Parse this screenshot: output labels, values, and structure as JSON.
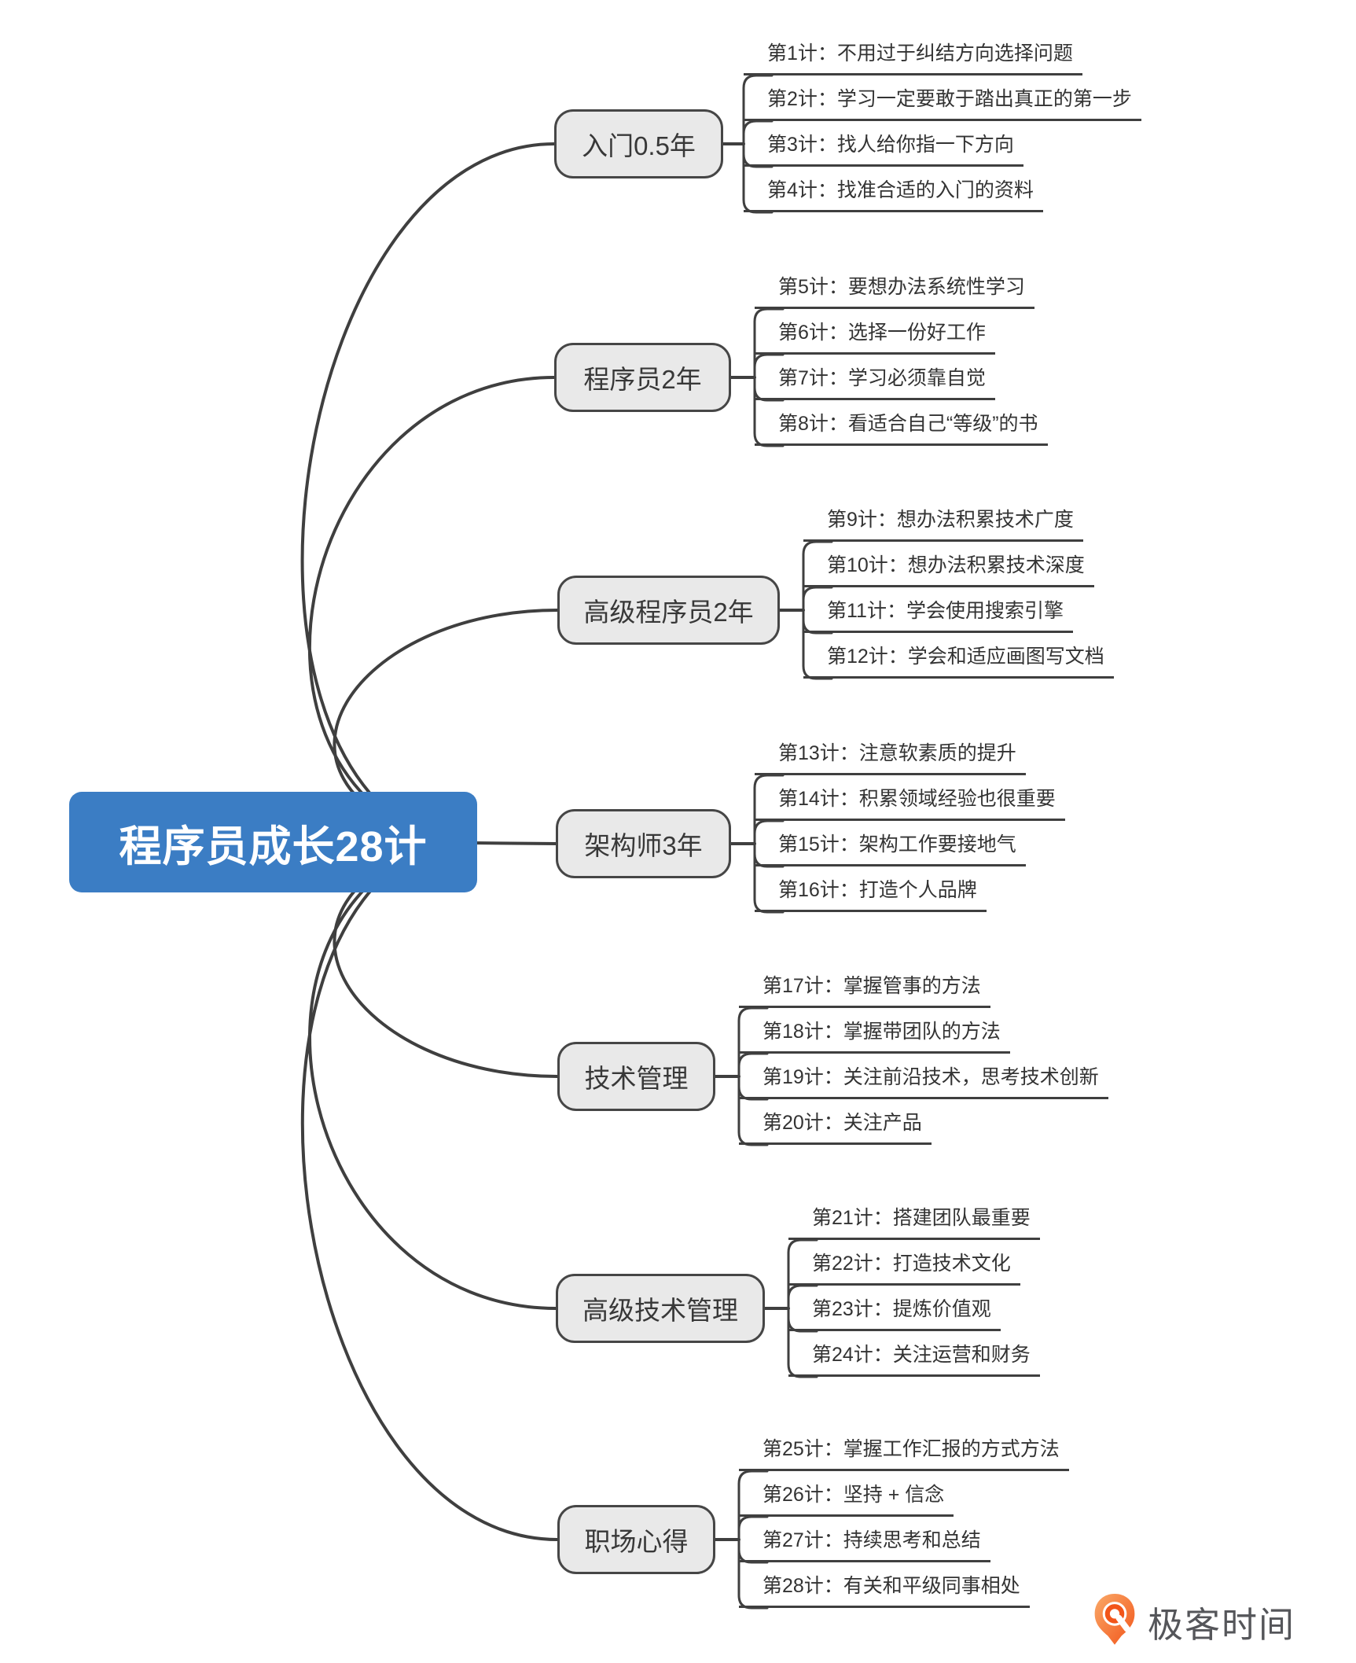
{
  "central": {
    "label": "程序员成长28计"
  },
  "branches": [
    {
      "label": "入门0.5年",
      "items": [
        {
          "label": "第1计：不用过于纠结方向选择问题"
        },
        {
          "label": "第2计：学习一定要敢于踏出真正的第一步"
        },
        {
          "label": "第3计：找人给你指一下方向"
        },
        {
          "label": "第4计：找准合适的入门的资料"
        }
      ]
    },
    {
      "label": "程序员2年",
      "items": [
        {
          "label": "第5计：要想办法系统性学习"
        },
        {
          "label": "第6计：选择一份好工作"
        },
        {
          "label": "第7计：学习必须靠自觉"
        },
        {
          "label": "第8计：看适合自己“等级”的书"
        }
      ]
    },
    {
      "label": "高级程序员2年",
      "items": [
        {
          "label": "第9计：想办法积累技术广度"
        },
        {
          "label": "第10计：想办法积累技术深度"
        },
        {
          "label": "第11计：学会使用搜索引擎"
        },
        {
          "label": "第12计：学会和适应画图写文档"
        }
      ]
    },
    {
      "label": "架构师3年",
      "items": [
        {
          "label": "第13计：注意软素质的提升"
        },
        {
          "label": "第14计：积累领域经验也很重要"
        },
        {
          "label": "第15计：架构工作要接地气"
        },
        {
          "label": "第16计：打造个人品牌"
        }
      ]
    },
    {
      "label": "技术管理",
      "items": [
        {
          "label": "第17计：掌握管事的方法"
        },
        {
          "label": "第18计：掌握带团队的方法"
        },
        {
          "label": "第19计：关注前沿技术，思考技术创新"
        },
        {
          "label": "第20计：关注产品"
        }
      ]
    },
    {
      "label": "高级技术管理",
      "items": [
        {
          "label": "第21计：搭建团队最重要"
        },
        {
          "label": "第22计：打造技术文化"
        },
        {
          "label": "第23计：提炼价值观"
        },
        {
          "label": "第24计：关注运营和财务"
        }
      ]
    },
    {
      "label": "职场心得",
      "items": [
        {
          "label": "第25计：掌握工作汇报的方式方法"
        },
        {
          "label": "第26计：坚持 + 信念"
        },
        {
          "label": "第27计：持续思考和总结"
        },
        {
          "label": "第28计：有关和平级同事相处"
        }
      ]
    }
  ],
  "footer": {
    "brand": "极客时间",
    "logo_icon": "geektime-pin-icon"
  },
  "colors": {
    "central_fill": "#3B7DC4",
    "central_text": "#FFFFFF",
    "node_fill": "#E9E9E9",
    "node_border": "#464646",
    "line": "#3F3F3F",
    "brand_orange": "#F2551A",
    "brand_text": "#55565A",
    "background": "#FFFFFF"
  }
}
